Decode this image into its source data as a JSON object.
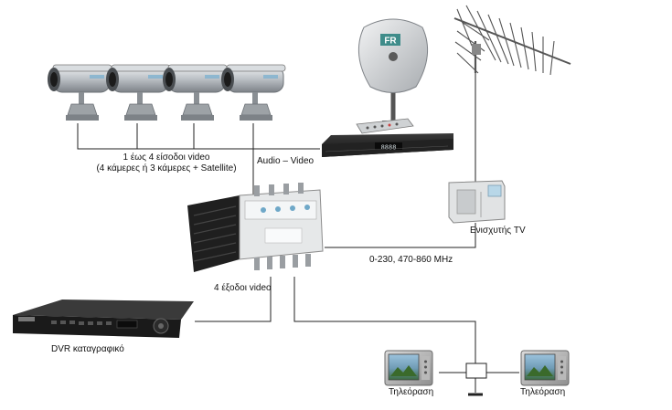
{
  "labels": {
    "inputs_line1": "1 έως 4 είσοδοι video",
    "inputs_line2": "(4 κάμερες ή 3 κάμερες + Satellite)",
    "audio_video": "Audio – Video",
    "amplifier": "Ενισχυτής TV",
    "frequency": "0-230, 470-860 MHz",
    "outputs": "4 έξοδοι video",
    "dvr": "DVR καταγραφικό",
    "tv_left": "Τηλεόραση",
    "tv_right": "Τηλεόραση"
  },
  "dish_logo": "FR",
  "receiver_display": "8888",
  "icons": {
    "camera": "cctv-camera-icon",
    "dish": "satellite-dish-icon",
    "antenna": "yagi-antenna-icon",
    "receiver": "satellite-receiver-icon",
    "amplifier": "tv-amplifier-icon",
    "modulator": "modulator-matrix-icon",
    "dvr": "dvr-recorder-icon",
    "tv": "television-icon",
    "splitter": "splitter-icon"
  },
  "colors": {
    "wire": "#222222",
    "device_dark": "#1e1e1e",
    "device_light": "#d8d8d8",
    "metal": "#a9aeb3",
    "accent_blue": "#6fa8c8"
  }
}
